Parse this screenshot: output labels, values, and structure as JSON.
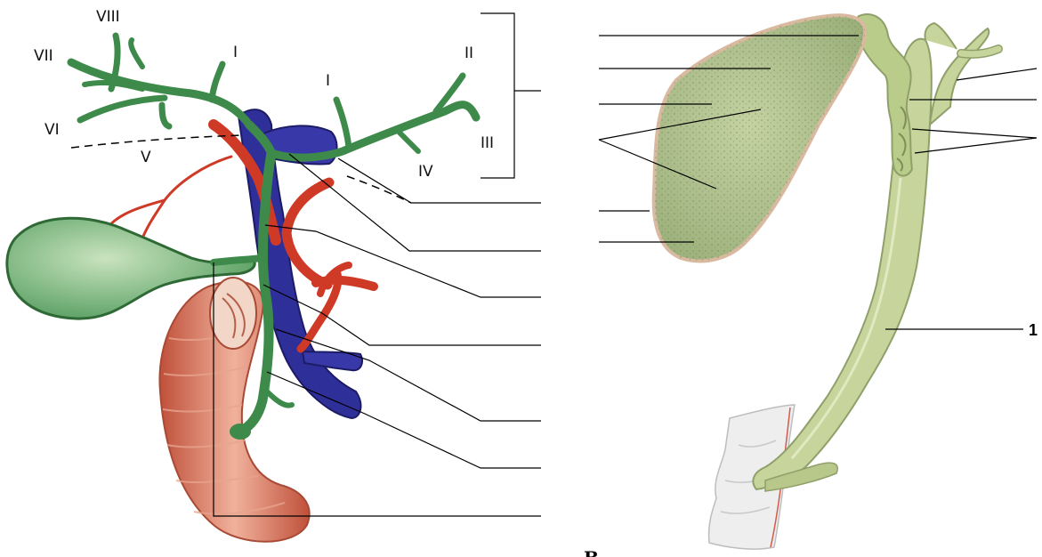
{
  "segments": {
    "VIII": "VIII",
    "VII": "VII",
    "VI": "VI",
    "V": "V",
    "I_left": "I",
    "I_right": "I",
    "II": "II",
    "III": "III",
    "IV": "IV"
  },
  "right_label_1": "1",
  "bottom_letter": "B",
  "colors": {
    "bile_duct": "#3d8a4a",
    "artery": "#cf3a26",
    "vein": "#2f2f9a",
    "duodenum": "#d9826a",
    "gallbladder": "#aac08a"
  },
  "icons": [
    "bile-duct-tree",
    "portal-vein",
    "hepatic-artery",
    "gallbladder",
    "duodenum"
  ]
}
